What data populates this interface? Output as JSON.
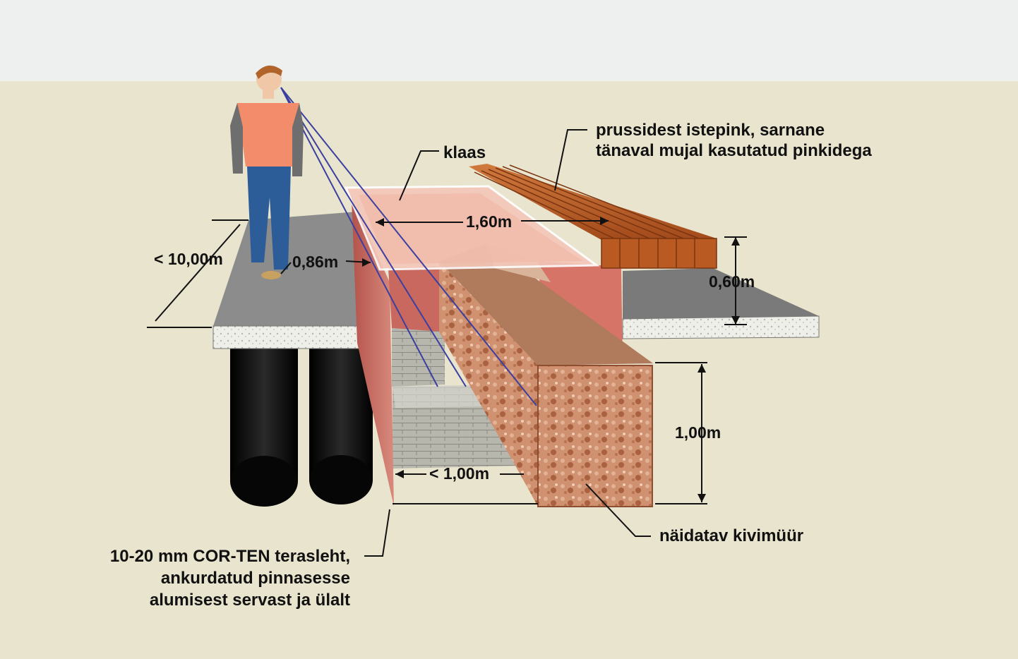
{
  "labels": {
    "bench": "prussidest istepink, sarnane",
    "bench_line2": "tänaval mujal kasutatud pinkidega",
    "glass": "klaas",
    "wall": "näidatav kivimüür",
    "steel_line1": "10-20 mm COR-TEN terasleht,",
    "steel_line2": "ankurdatud pinnasesse",
    "steel_line3": "alumisest servast ja ülalt"
  },
  "dimensions": {
    "street_width": "< 10,00m",
    "walkway": "0,86m",
    "glass_length": "1,60m",
    "bench_height": "0,60m",
    "wall_height": "1,00m",
    "trench_width": "< 1,00m"
  },
  "colors": {
    "ground": "#e9e4cd",
    "sky": "#eef0f0",
    "asphalt": "#8c8c8c",
    "corten": "#c0625a",
    "glass": "#f3c7b8",
    "stone": "#c98a66",
    "bench": "#b85a22",
    "pipe": "#101010",
    "sightline": "#3b3fa0"
  }
}
